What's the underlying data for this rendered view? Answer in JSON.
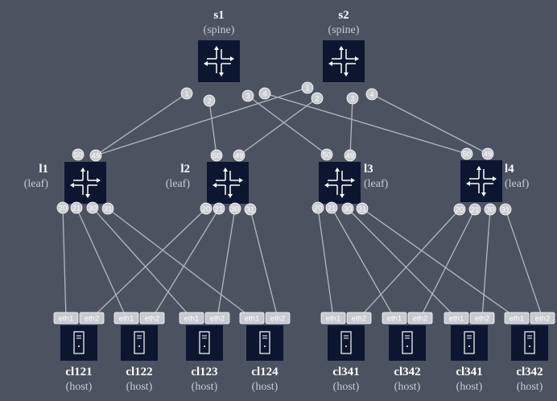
{
  "spines": [
    {
      "id": "s1",
      "name": "s1",
      "role": "(spine)",
      "ports": [
        "1",
        "2",
        "3",
        "4"
      ]
    },
    {
      "id": "s2",
      "name": "s2",
      "role": "(spine)",
      "ports": [
        "1",
        "2",
        "3",
        "4"
      ]
    }
  ],
  "leaves": [
    {
      "id": "l1",
      "name": "l1",
      "role": "(leaf)",
      "uplinks": [
        "50",
        "49"
      ],
      "downlinks": [
        "20",
        "21",
        "30",
        "31"
      ]
    },
    {
      "id": "l2",
      "name": "l2",
      "role": "(leaf)",
      "uplinks": [
        "50",
        "49"
      ],
      "downlinks": [
        "20",
        "21",
        "30",
        "31"
      ]
    },
    {
      "id": "l3",
      "name": "l3",
      "role": "(leaf)",
      "uplinks": [
        "50",
        "49"
      ],
      "downlinks": [
        "20",
        "21",
        "30",
        "31"
      ]
    },
    {
      "id": "l4",
      "name": "l4",
      "role": "(leaf)",
      "uplinks": [
        "50",
        "49"
      ],
      "downlinks": [
        "20",
        "21",
        "30",
        "31"
      ]
    }
  ],
  "hosts": [
    {
      "id": "h1",
      "name": "cl121",
      "role": "(host)",
      "ports": [
        "eth1",
        "eth2"
      ]
    },
    {
      "id": "h2",
      "name": "cl122",
      "role": "(host)",
      "ports": [
        "eth1",
        "eth2"
      ]
    },
    {
      "id": "h3",
      "name": "cl123",
      "role": "(host)",
      "ports": [
        "eth1",
        "eth2"
      ]
    },
    {
      "id": "h4",
      "name": "cl124",
      "role": "(host)",
      "ports": [
        "eth1",
        "eth2"
      ]
    },
    {
      "id": "h5",
      "name": "cl341",
      "role": "(host)",
      "ports": [
        "eth1",
        "eth2"
      ]
    },
    {
      "id": "h6",
      "name": "cl342",
      "role": "(host)",
      "ports": [
        "eth1",
        "eth2"
      ]
    },
    {
      "id": "h7",
      "name": "cl341",
      "role": "(host)",
      "ports": [
        "eth1",
        "eth2"
      ]
    },
    {
      "id": "h8",
      "name": "cl342",
      "role": "(host)",
      "ports": [
        "eth1",
        "eth2"
      ]
    }
  ],
  "links": [
    {
      "from": "s1",
      "from_port": "1",
      "to": "l1",
      "to_port": "49"
    },
    {
      "from": "s1",
      "from_port": "2",
      "to": "l2",
      "to_port": "50"
    },
    {
      "from": "s1",
      "from_port": "3",
      "to": "l3",
      "to_port": "50"
    },
    {
      "from": "s1",
      "from_port": "4",
      "to": "l4",
      "to_port": "50"
    },
    {
      "from": "s2",
      "from_port": "1",
      "to": "l1",
      "to_port": "49"
    },
    {
      "from": "s2",
      "from_port": "2",
      "to": "l2",
      "to_port": "49"
    },
    {
      "from": "s2",
      "from_port": "3",
      "to": "l3",
      "to_port": "49"
    },
    {
      "from": "s2",
      "from_port": "4",
      "to": "l4",
      "to_port": "49"
    },
    {
      "from": "l1",
      "from_port": "20",
      "to": "h1",
      "to_port": "eth1"
    },
    {
      "from": "l1",
      "from_port": "21",
      "to": "h2",
      "to_port": "eth1"
    },
    {
      "from": "l1",
      "from_port": "30",
      "to": "h3",
      "to_port": "eth1"
    },
    {
      "from": "l1",
      "from_port": "31",
      "to": "h4",
      "to_port": "eth1"
    },
    {
      "from": "l2",
      "from_port": "20",
      "to": "h1",
      "to_port": "eth2"
    },
    {
      "from": "l2",
      "from_port": "21",
      "to": "h2",
      "to_port": "eth2"
    },
    {
      "from": "l2",
      "from_port": "30",
      "to": "h3",
      "to_port": "eth2"
    },
    {
      "from": "l2",
      "from_port": "31",
      "to": "h4",
      "to_port": "eth2"
    },
    {
      "from": "l3",
      "from_port": "20",
      "to": "h5",
      "to_port": "eth1"
    },
    {
      "from": "l3",
      "from_port": "21",
      "to": "h6",
      "to_port": "eth1"
    },
    {
      "from": "l3",
      "from_port": "30",
      "to": "h7",
      "to_port": "eth1"
    },
    {
      "from": "l3",
      "from_port": "31",
      "to": "h8",
      "to_port": "eth1"
    },
    {
      "from": "l4",
      "from_port": "20",
      "to": "h5",
      "to_port": "eth2"
    },
    {
      "from": "l4",
      "from_port": "21",
      "to": "h6",
      "to_port": "eth2"
    },
    {
      "from": "l4",
      "from_port": "30",
      "to": "h7",
      "to_port": "eth2"
    },
    {
      "from": "l4",
      "from_port": "31",
      "to": "h8",
      "to_port": "eth2"
    }
  ],
  "colors": {
    "background": "#4b5361",
    "device": "#0c1630",
    "port_badge": "#c6cad1",
    "link": "#b3b8c1",
    "name_text": "#ffffff",
    "role_text": "#c9ccd2"
  },
  "icons": {
    "switch": "switch-arrows-icon",
    "host": "server-tower-icon"
  }
}
